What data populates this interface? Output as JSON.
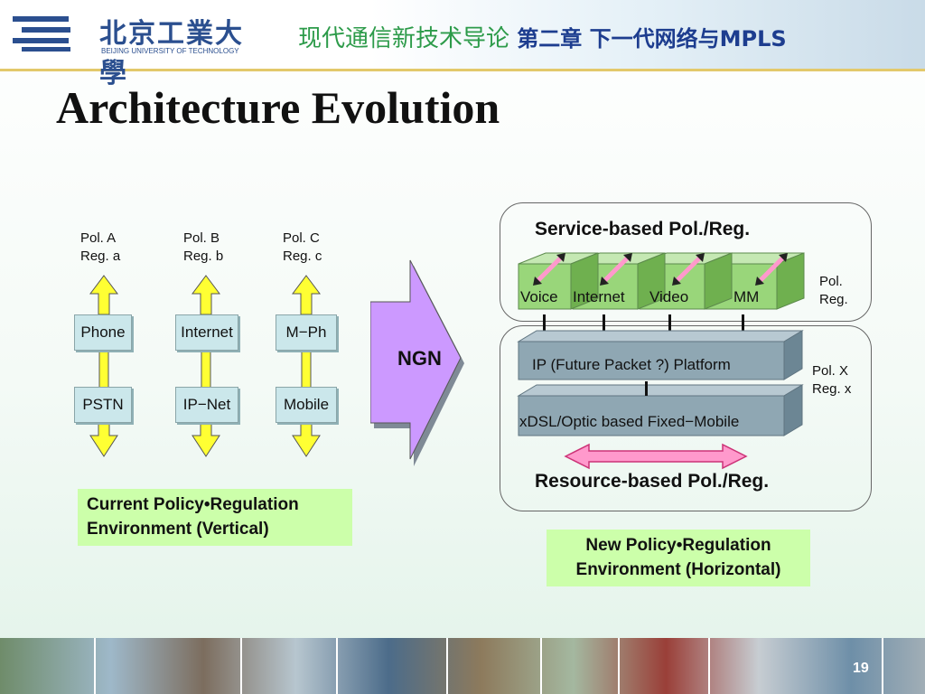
{
  "header": {
    "logo_cn": "北京工業大學",
    "logo_en": "BEIJING UNIVERSITY OF TECHNOLOGY",
    "course": "现代通信新技术导论",
    "chapter": "第二章 下一代网络与MPLS"
  },
  "title": "Architecture Evolution",
  "vertical": {
    "columns": [
      {
        "policy": "Pol. A\nReg. a",
        "service": "Phone",
        "network": "PSTN"
      },
      {
        "policy": "Pol. B\nReg. b",
        "service": "Internet",
        "network": "IP−Net"
      },
      {
        "policy": "Pol. C\nReg. c",
        "service": "M−Ph",
        "network": "Mobile"
      }
    ],
    "caption": "Current Policy•Regulation\nEnvironment (Vertical)"
  },
  "ngn": {
    "label": "NGN"
  },
  "horizontal": {
    "service_heading": "Service-based Pol./Reg.",
    "services": [
      "Voice",
      "Internet",
      "Video",
      "MM"
    ],
    "service_side": "Pol.\nReg.",
    "ip_platform": "IP (Future Packet ?) Platform",
    "access": "xDSL/Optic based Fixed−Mobile",
    "layer_side": "Pol. X\nReg. x",
    "resource_heading": "Resource-based Pol./Reg.",
    "caption": "New Policy•Regulation\nEnvironment (Horizontal)"
  },
  "page_number": "19",
  "colors": {
    "arrow_yellow": "#ffff33",
    "box_fill": "#cbe7eb",
    "note_fill": "#ccffaa",
    "ngn_fill": "#cc99ff",
    "link_pink": "#ff99cc",
    "service_green": "#99d67a",
    "layer_gray": "#8fa7b3"
  }
}
